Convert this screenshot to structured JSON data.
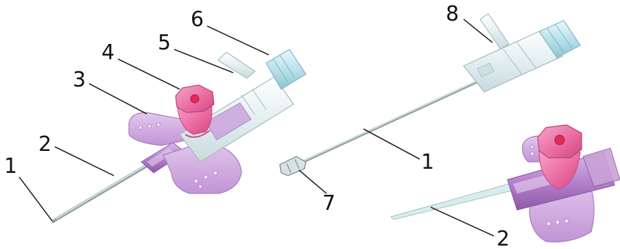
{
  "labels": {
    "l1_left": "1",
    "l2_left": "2",
    "l3": "3",
    "l4": "4",
    "l5": "5",
    "l6": "6",
    "l7": "7",
    "l8": "8",
    "l1_right": "1",
    "l2_right": "2"
  },
  "colors": {
    "wing": "#c9a2d8",
    "wing_edge": "#a779be",
    "cap": "#ee7fb0",
    "cap_dark": "#d2578f",
    "port": "#e12a55",
    "clear": "#e6f1f3",
    "clear_edge": "#9fb8bd",
    "cyan_cap": "#bfe6ef",
    "needle": "#b8c6c8",
    "needle_edge": "#7d8f92",
    "label": "#111111"
  }
}
